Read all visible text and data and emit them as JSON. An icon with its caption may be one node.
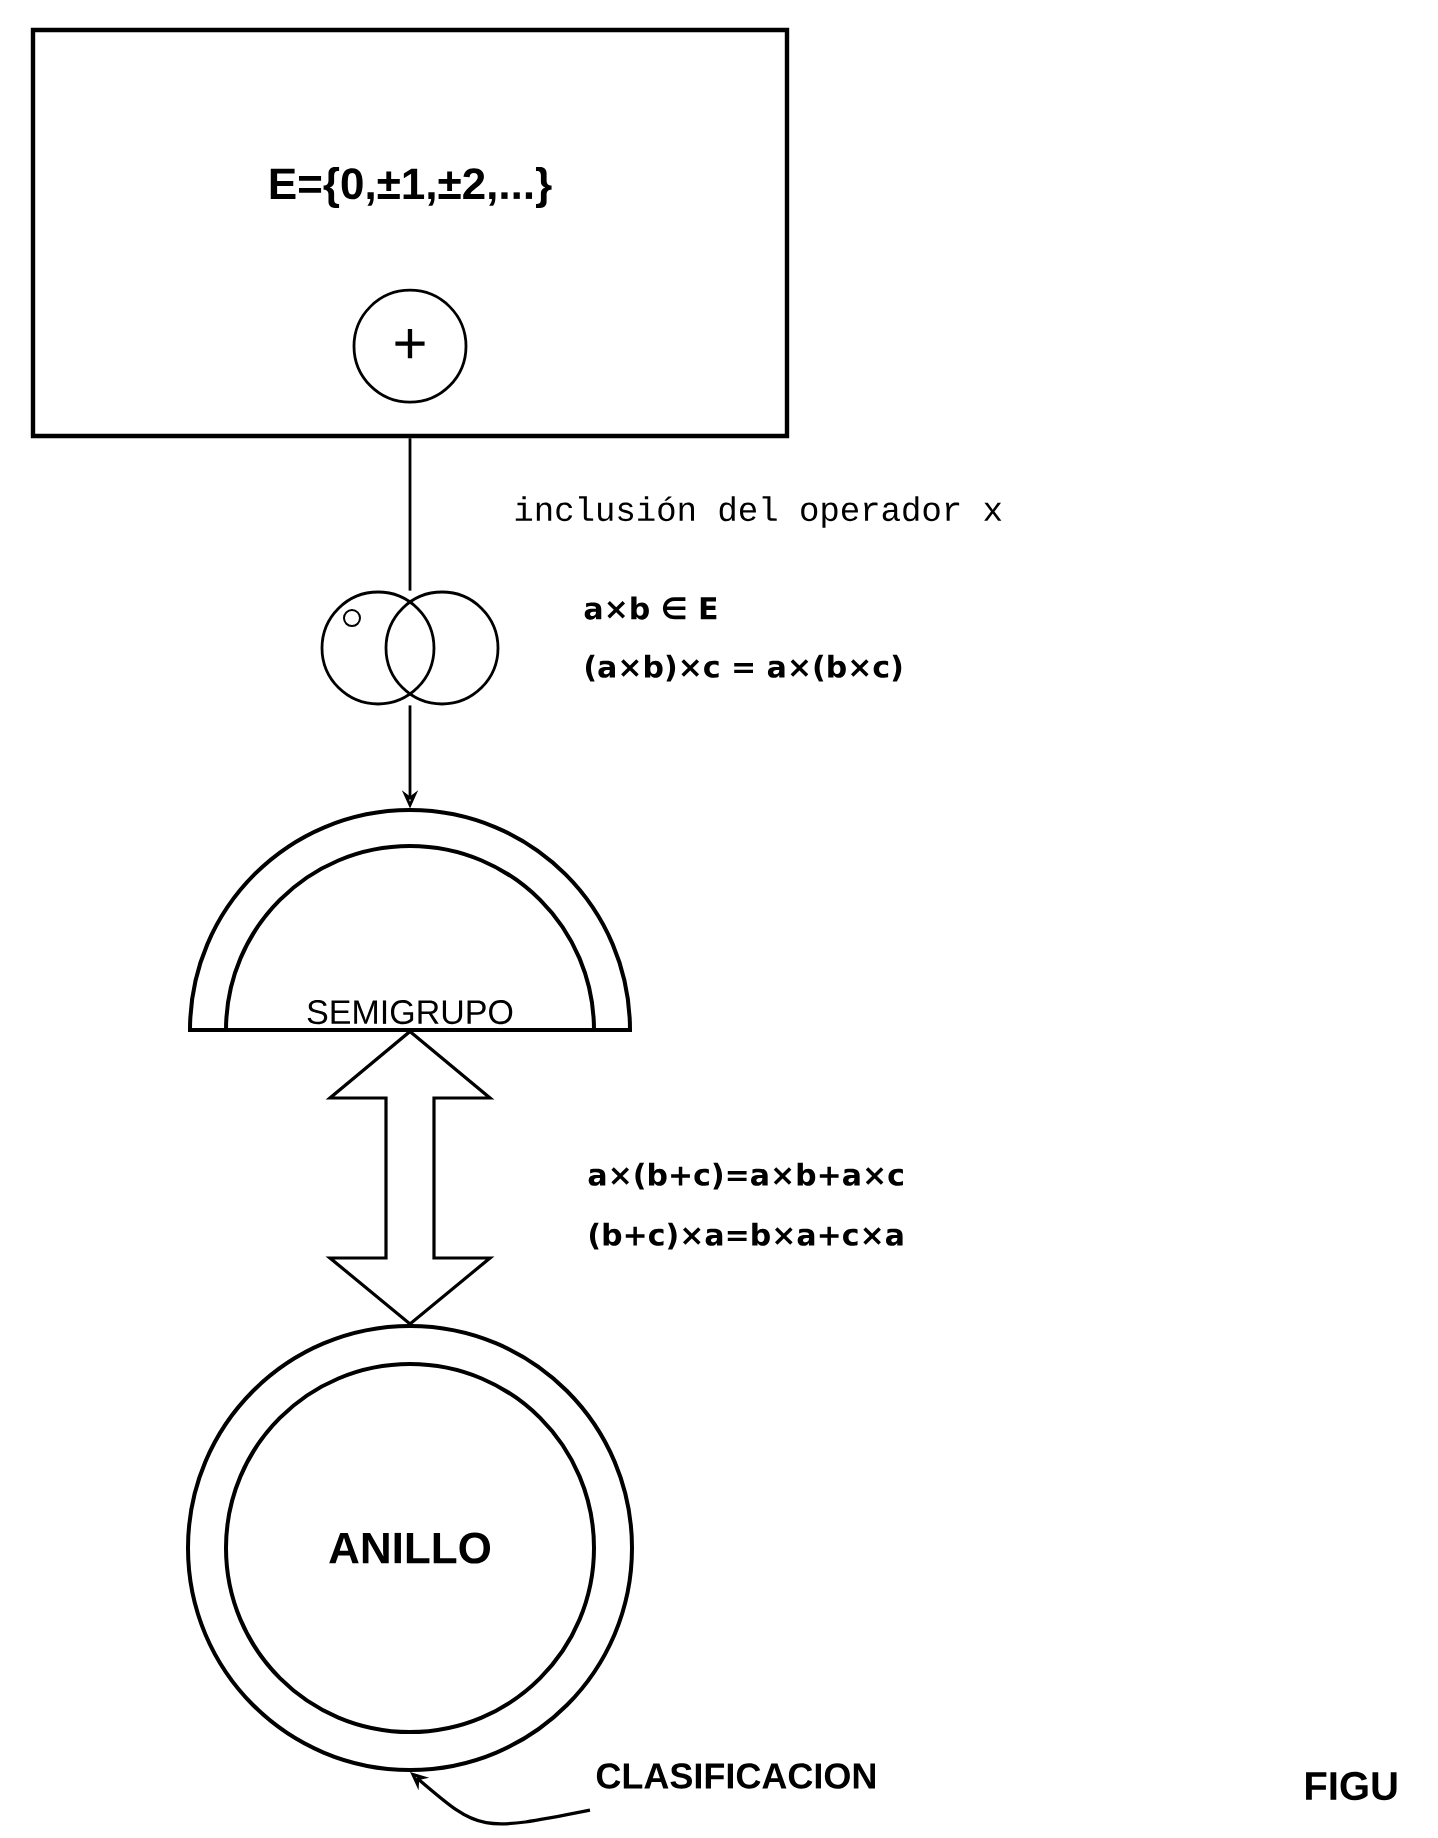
{
  "diagram": {
    "nodes": [
      {
        "text": [
          "E={0,±1,±2,...}"
        ]
      },
      {
        "text": [
          "+"
        ],
        "in": 0
      },
      {
        "text": [],
        "shape": "circle"
      },
      {
        "text": [
          "SEMIGRUPO"
        ]
      },
      {
        "text": [
          "ANILLO"
        ]
      },
      {
        "text": [
          "CLASIFICACION"
        ]
      }
    ],
    "edges": [
      {
        "from": 0,
        "to": 2,
        "arrow": "none",
        "label": "inclusión del operador x"
      },
      {
        "from": 2,
        "to": 3,
        "arrow": "to"
      },
      {
        "from": 3,
        "to": 4,
        "arrow": "both"
      },
      {
        "from": 5,
        "to": 4,
        "arrow": "to"
      }
    ],
    "labels": [
      "a×b ∈ E",
      "(a×b)×c = a×(b×c)",
      "a×(b+c)=a×b+a×c",
      "(b+c)×a=b×a+c×a",
      "FIGU"
    ]
  }
}
